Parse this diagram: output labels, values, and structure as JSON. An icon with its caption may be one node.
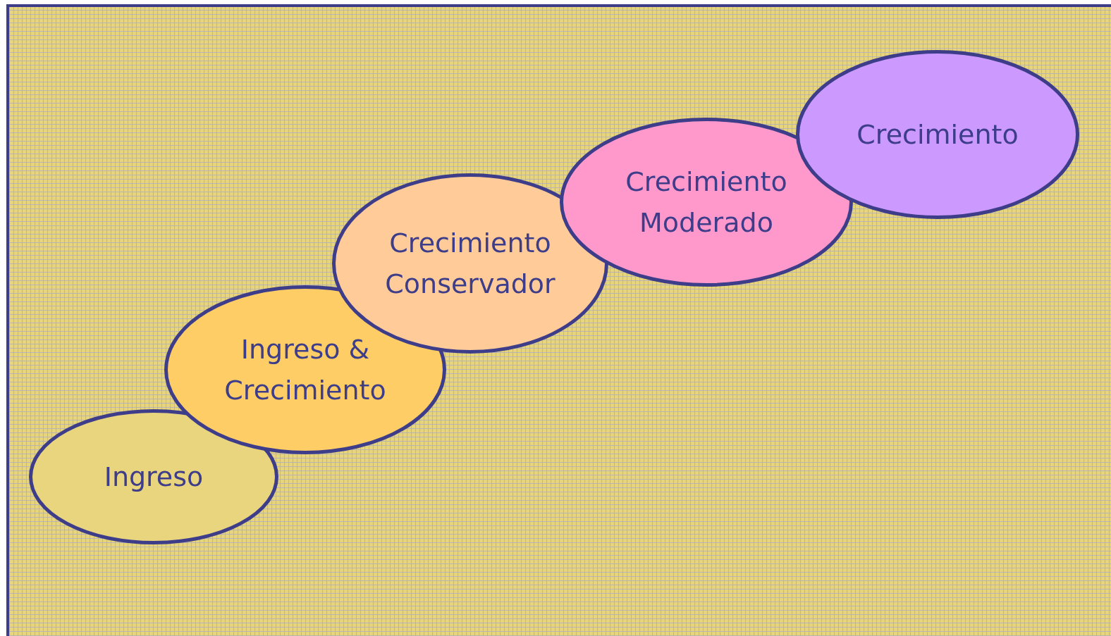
{
  "diagram": {
    "nodes": [
      {
        "text": [
          "Ingreso"
        ]
      },
      {
        "text": [
          "Ingreso & Crecimiento"
        ]
      },
      {
        "text": [
          "Crecimiento Conservador"
        ]
      },
      {
        "text": [
          "Crecimiento Moderado"
        ]
      },
      {
        "text": [
          "Crecimiento"
        ]
      }
    ]
  }
}
